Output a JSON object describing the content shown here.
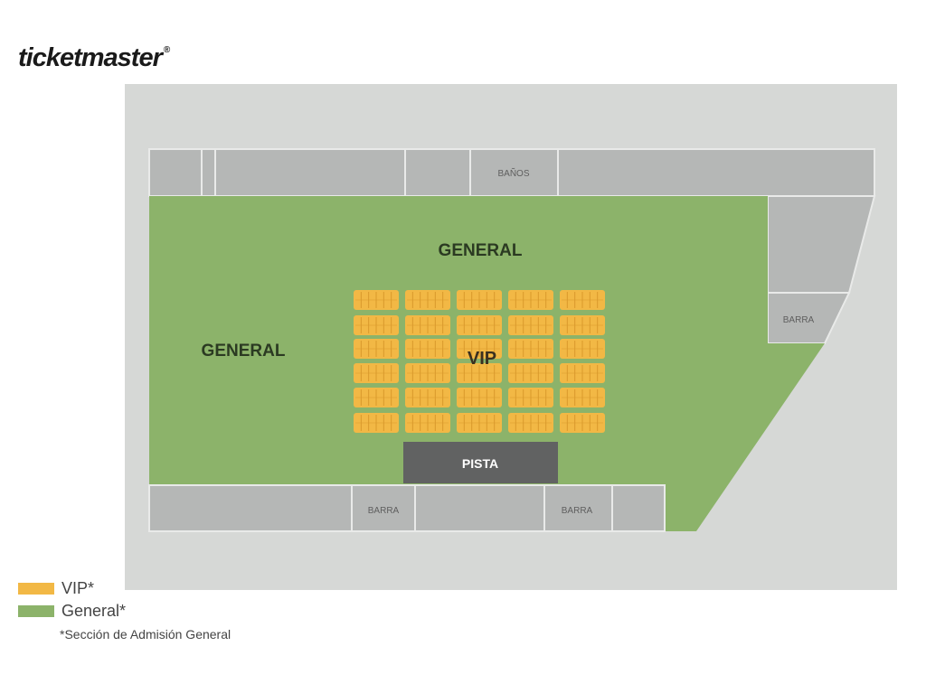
{
  "brand": {
    "logo_text": "ticketmaster",
    "registered_mark": "®"
  },
  "colors": {
    "background": "#d6d8d6",
    "block": "#b5b7b6",
    "block_border": "#e9eae9",
    "general": "#8cb36a",
    "vip": "#f2b845",
    "vip_dark": "#d99a2c",
    "stage": "#616262",
    "label_dark": "#2b3a22",
    "label_light": "#5e5e5e"
  },
  "map": {
    "general_top_label": "GENERAL",
    "general_left_label": "GENERAL",
    "vip_label": "VIP",
    "stage_label": "PISTA",
    "banos_label": "BAÑOS",
    "barra_right_label": "BARRA",
    "barra_bottom_left_label": "BARRA",
    "barra_bottom_right_label": "BARRA"
  },
  "legend": {
    "vip_label": "VIP*",
    "general_label": "General*",
    "note": "*Sección de Admisión General"
  }
}
